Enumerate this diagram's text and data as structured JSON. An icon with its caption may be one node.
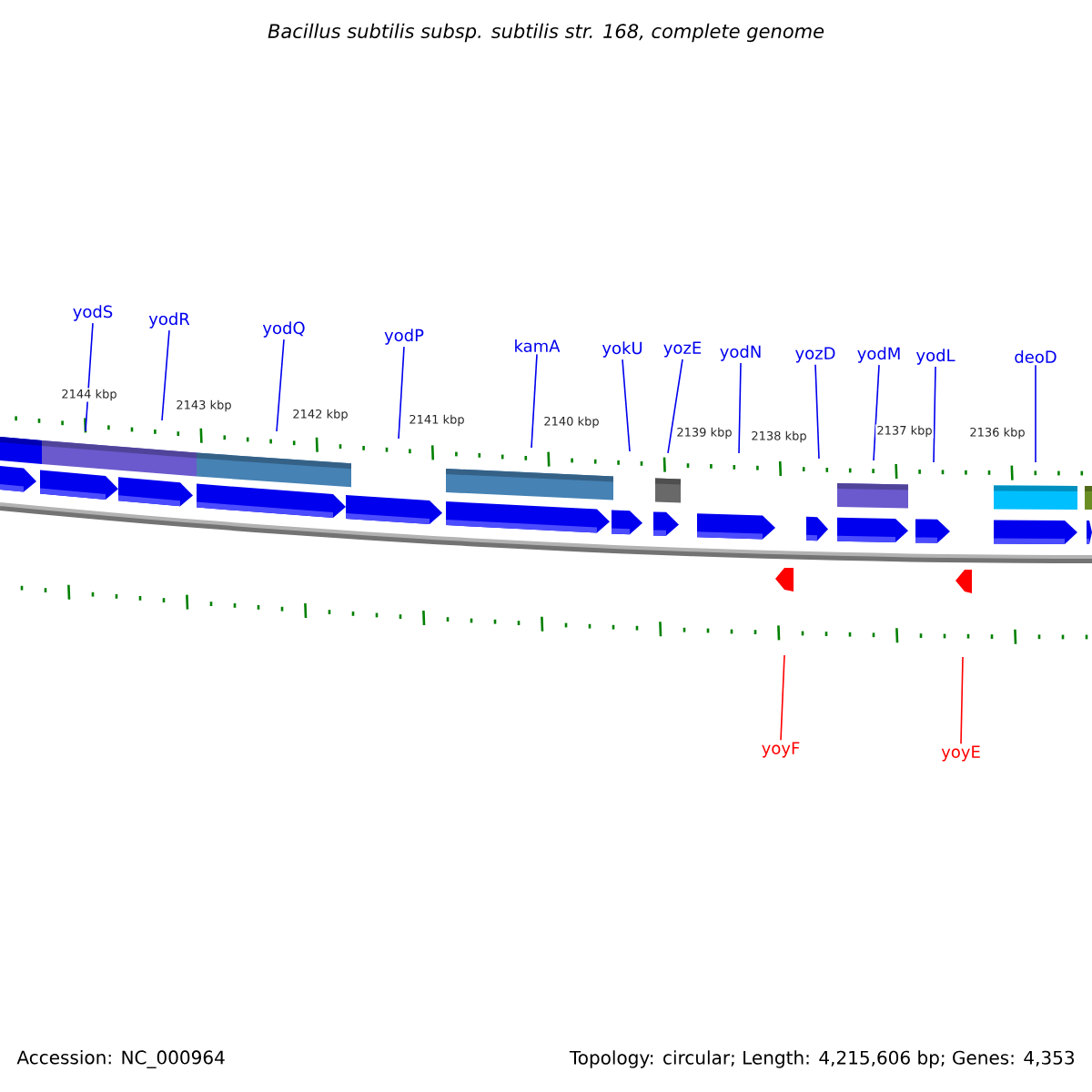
{
  "diagram": {
    "title": "Bacillus subtilis subsp. subtilis str. 168, complete genome",
    "nodes": [
      {
        "text": [
          "yodS"
        ]
      },
      {
        "text": [
          "yodR"
        ]
      },
      {
        "text": [
          "yodQ"
        ]
      },
      {
        "text": [
          "yodP"
        ]
      },
      {
        "text": [
          "kamA"
        ]
      },
      {
        "text": [
          "yokU"
        ]
      },
      {
        "text": [
          "yozE"
        ]
      },
      {
        "text": [
          "yodN"
        ]
      },
      {
        "text": [
          "yozD"
        ]
      },
      {
        "text": [
          "yodM"
        ]
      },
      {
        "text": [
          "yodL"
        ]
      },
      {
        "text": [
          "deoD"
        ]
      },
      {
        "text": [
          "yoyF"
        ]
      },
      {
        "text": [
          "yoyE"
        ]
      }
    ],
    "edges": [
      {
        "from": 0,
        "to": null,
        "arrow": "none"
      },
      {
        "from": 1,
        "to": null,
        "arrow": "none"
      },
      {
        "from": 2,
        "to": null,
        "arrow": "none"
      },
      {
        "from": 3,
        "to": null,
        "arrow": "none"
      },
      {
        "from": 4,
        "to": null,
        "arrow": "none"
      },
      {
        "from": 5,
        "to": null,
        "arrow": "none"
      },
      {
        "from": 6,
        "to": null,
        "arrow": "none"
      },
      {
        "from": 7,
        "to": null,
        "arrow": "none"
      },
      {
        "from": 8,
        "to": null,
        "arrow": "none"
      },
      {
        "from": 9,
        "to": null,
        "arrow": "none"
      },
      {
        "from": 10,
        "to": null,
        "arrow": "none"
      },
      {
        "from": 11,
        "to": null,
        "arrow": "none"
      },
      {
        "from": 12,
        "to": null,
        "arrow": "none",
        "color": "#ff0000"
      },
      {
        "from": 13,
        "to": null,
        "arrow": "none",
        "color": "#ff0000"
      }
    ],
    "labels": [
      "2144 kbp",
      "2143 kbp",
      "2142 kbp",
      "2141 kbp",
      "2140 kbp",
      "2139 kbp",
      "2138 kbp",
      "2137 kbp",
      "2136 kbp",
      "Accession: NC_000964",
      "Topology: circular; Length: 4,215,606 bp; Genes: 4,353"
    ]
  }
}
